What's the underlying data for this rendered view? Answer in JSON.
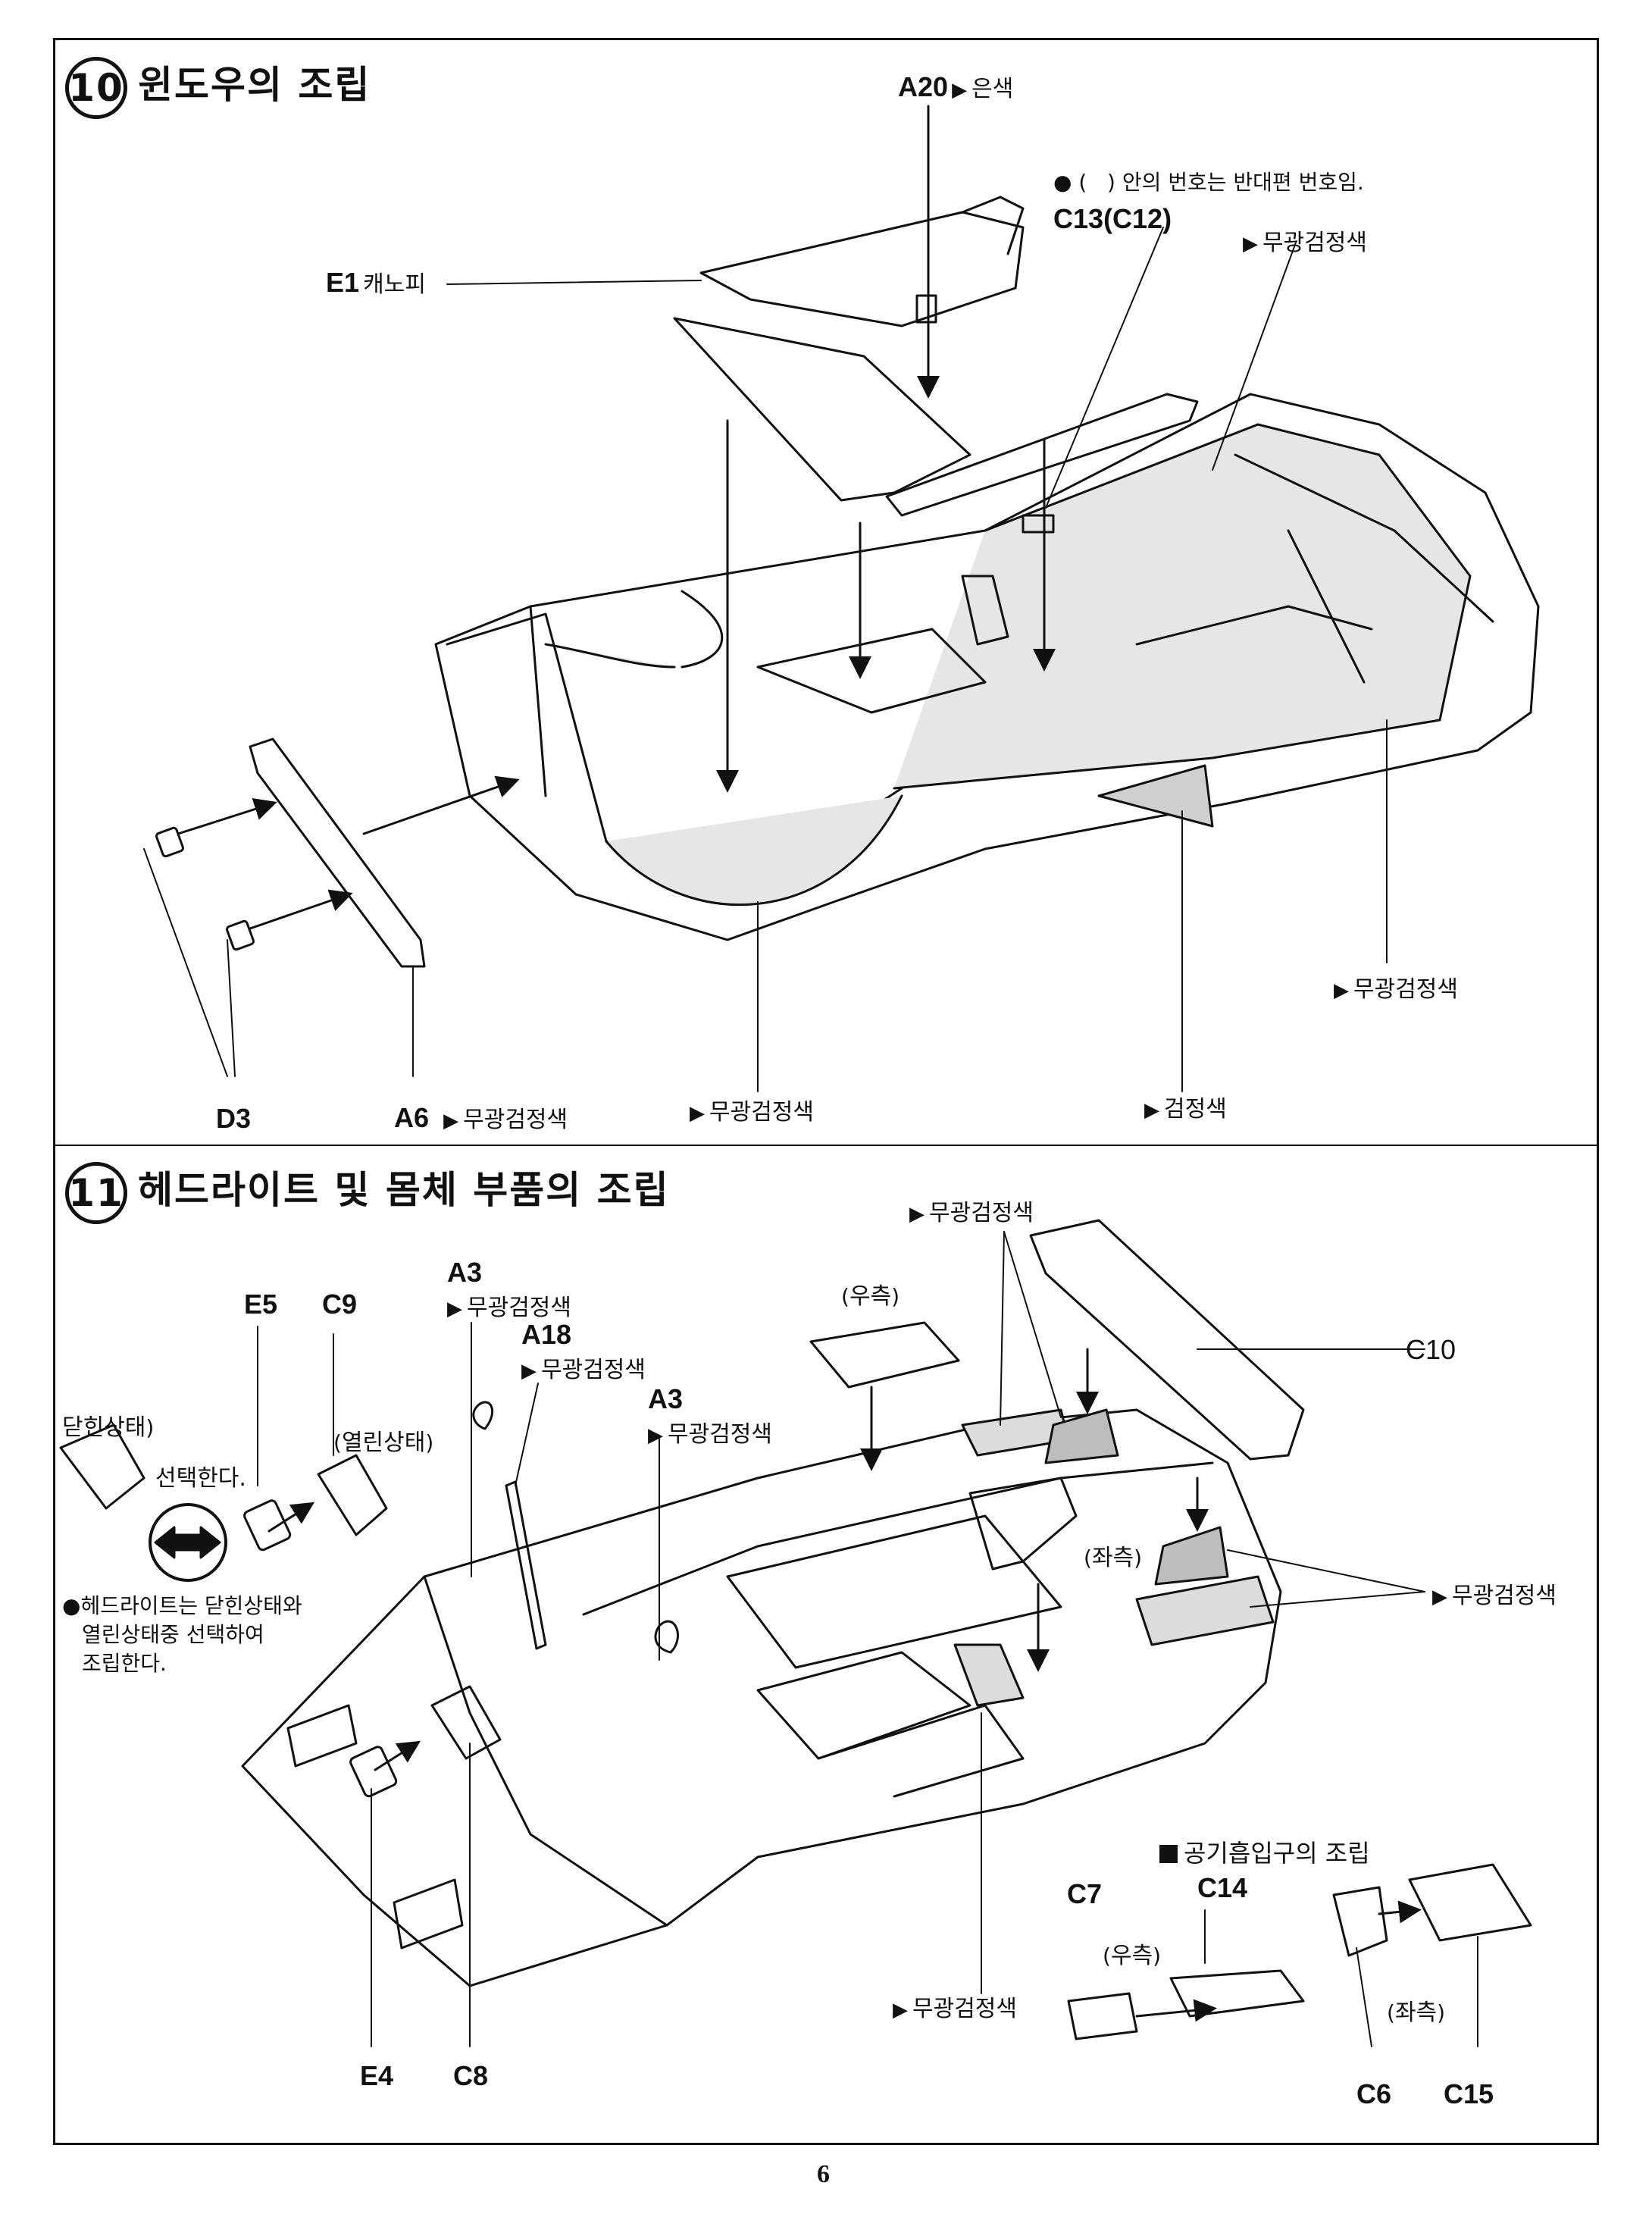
{
  "section10": {
    "num": "10",
    "title": "윈도우의 조립",
    "labels": {
      "a20": "A20",
      "a20_color": "은색",
      "note": "안의 번호는 반대편 번호임.",
      "c13": "C13(C12)",
      "matte1": "무광검정색",
      "e1": "E1",
      "e1_name": "캐노피",
      "matte2": "무광검정색",
      "d3": "D3",
      "a6": "A6",
      "a6_color": "무광검정색",
      "matte3": "무광검정색",
      "black": "검정색"
    }
  },
  "section11": {
    "num": "11",
    "title": "헤드라이트 및 몸체 부품의 조립",
    "labels": {
      "matte_top": "무광검정색",
      "a3a": "A3",
      "a3a_color": "무광검정색",
      "e5": "E5",
      "c9": "C9",
      "a18": "A18",
      "a18_color": "무광검정색",
      "a3b": "A3",
      "a3b_color": "무광검정색",
      "right1": "우측",
      "c10": "C10",
      "closed": "닫힌상태",
      "open": "열린상태",
      "select": "선택한다.",
      "note_l1": "헤드라이트는 닫힌상태와",
      "note_l2": "열린상태중 선택하여",
      "note_l3": "조립한다.",
      "left1": "좌측",
      "matte_right": "무광검정색",
      "intake_title": "공기흡입구의 조립",
      "c7": "C7",
      "c14": "C14",
      "right2": "우측",
      "matte_bottom": "무광검정색",
      "left2": "좌측",
      "c6": "C6",
      "c15": "C15",
      "e4": "E4",
      "c8": "C8"
    }
  },
  "page_number": "6"
}
